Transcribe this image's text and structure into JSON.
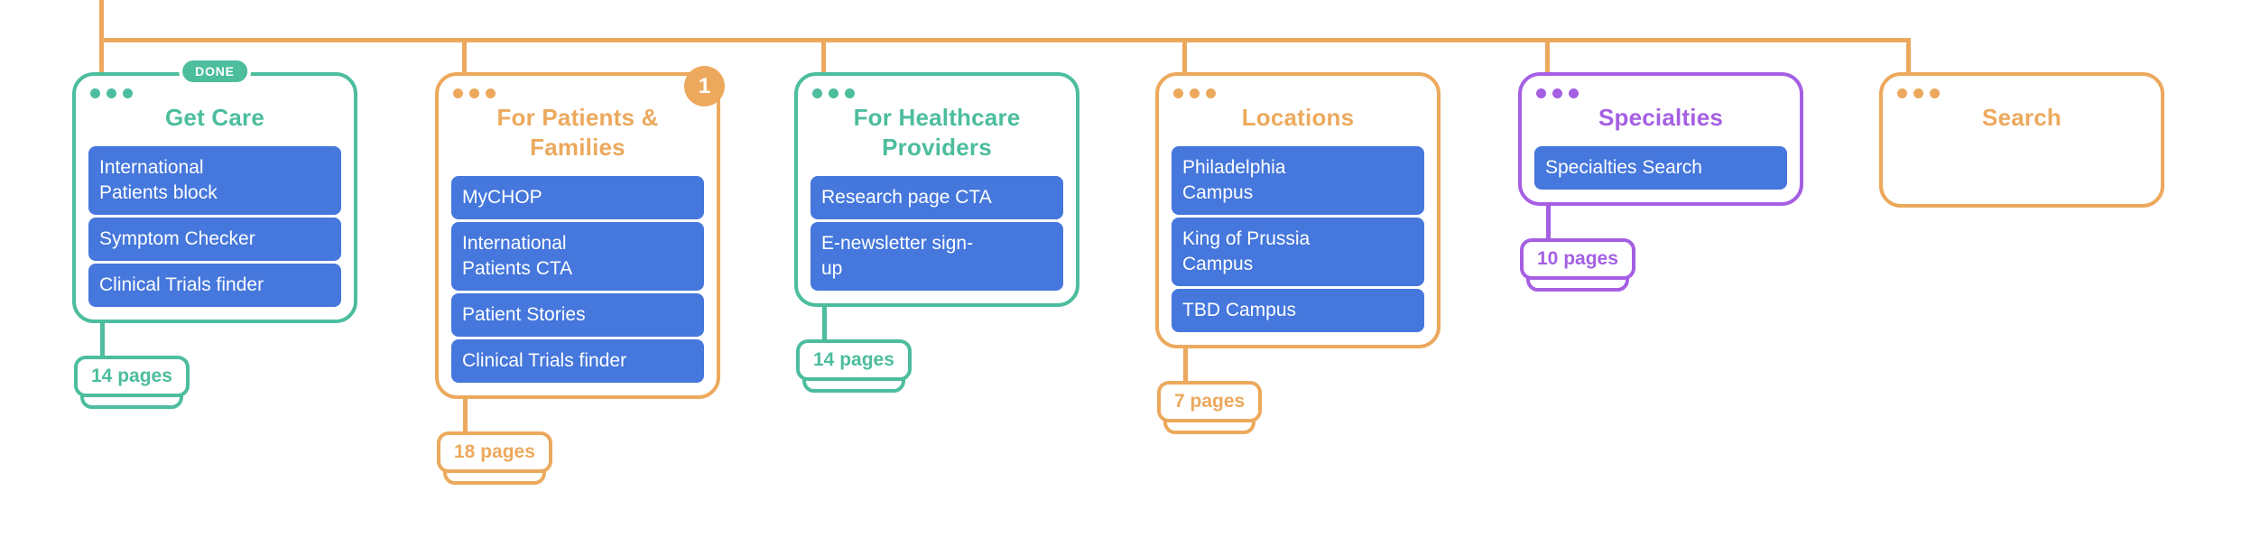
{
  "colors": {
    "orange": "#ECA95D",
    "teal": "#4CBD9D",
    "purple": "#A55FE3",
    "item_blue": "#4577DC",
    "badge_text": "#FFFFFF",
    "background": "#FFFFFF"
  },
  "diagram": {
    "nodes": [
      {
        "id": "get-care",
        "title": "Get Care",
        "theme": "teal",
        "status_badge": "DONE",
        "count_badge": null,
        "items": [
          "International\nPatients block",
          "Symptom Checker",
          "Clinical Trials finder"
        ],
        "pages_tag": "14 pages"
      },
      {
        "id": "for-patients-families",
        "title": "For Patients &\nFamilies",
        "theme": "orange",
        "status_badge": null,
        "count_badge": "1",
        "items": [
          "MyCHOP",
          "International\nPatients CTA",
          "Patient Stories",
          "Clinical Trials finder"
        ],
        "pages_tag": "18 pages"
      },
      {
        "id": "for-healthcare-providers",
        "title": "For Healthcare\nProviders",
        "theme": "teal",
        "status_badge": null,
        "count_badge": null,
        "items": [
          "Research page CTA",
          "E-newsletter sign-\nup"
        ],
        "pages_tag": "14 pages"
      },
      {
        "id": "locations",
        "title": "Locations",
        "theme": "orange",
        "status_badge": null,
        "count_badge": null,
        "items": [
          "Philadelphia\nCampus",
          "King of Prussia\nCampus",
          "TBD Campus"
        ],
        "pages_tag": "7 pages"
      },
      {
        "id": "specialties",
        "title": "Specialties",
        "theme": "purple",
        "status_badge": null,
        "count_badge": null,
        "items": [
          "Specialties Search"
        ],
        "pages_tag": "10 pages"
      },
      {
        "id": "search",
        "title": "Search",
        "theme": "orange",
        "status_badge": null,
        "count_badge": null,
        "items": [],
        "pages_tag": null
      }
    ]
  }
}
